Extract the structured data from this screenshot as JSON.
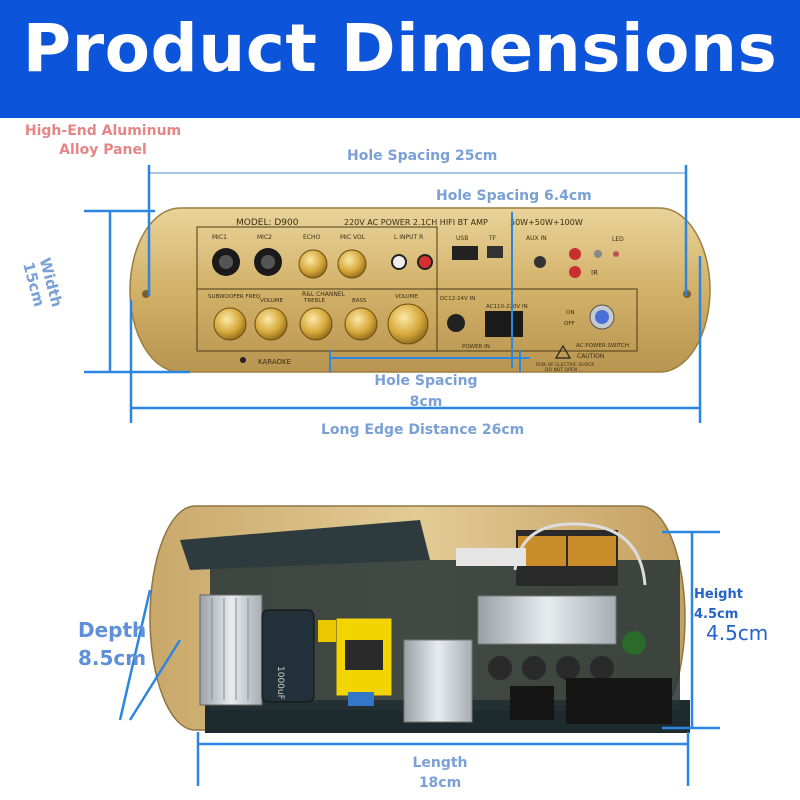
{
  "banner": {
    "title": "Product Dimensions",
    "color": "#0c54d9"
  },
  "top_board": {
    "material_label": [
      "High-End Aluminum",
      "Alloy Panel"
    ],
    "hole_spacing_25": "Hole Spacing 25cm",
    "hole_spacing_6_4": "Hole Spacing 6.4cm",
    "width_label": [
      "Width",
      "15cm"
    ],
    "hole_spacing_8": [
      "Hole Spacing",
      "8cm"
    ],
    "long_edge": "Long Edge Distance 26cm",
    "panel_text": {
      "model": "MODEL: D900",
      "power": "220V AC POWER 2.1CH HIFI BT AMP",
      "output": "50W+50W+100W",
      "top_knobs": [
        "MIC1",
        "MIC2",
        "ECHO",
        "MIC VOL"
      ],
      "input": "L INPUT R",
      "usb": "USB",
      "tf": "TF",
      "aux": "AUX IN",
      "led": "LED",
      "ir": "IR",
      "channel": "R&L CHANNEL",
      "bottom_knobs": [
        "SUBWOOFER FREQ",
        "VOLUME",
        "TREBLE",
        "BASS",
        "VOLUME"
      ],
      "dc_in": "DC12-24V IN",
      "ac_in": "AC110-220V IN",
      "power_in": "POWER IN",
      "on": "ON",
      "off": "OFF",
      "switch": "AC POWER SWITCH",
      "karaoke": "KARAOKE",
      "caution": [
        "CAUTION",
        "RISK OF ELECTRIC SHOCK",
        "DO NOT OPEN"
      ]
    }
  },
  "bottom_board": {
    "depth": [
      "Depth",
      "8.5cm"
    ],
    "height_small": [
      "Height",
      "4.5cm"
    ],
    "height_big": "4.5cm",
    "length": [
      "Length",
      "18cm"
    ],
    "cap_label": "1000uF"
  },
  "colors": {
    "dim_line": "#2a86e0",
    "panel_gold": "#d4b46a",
    "pcb": "#1d2a2e"
  }
}
